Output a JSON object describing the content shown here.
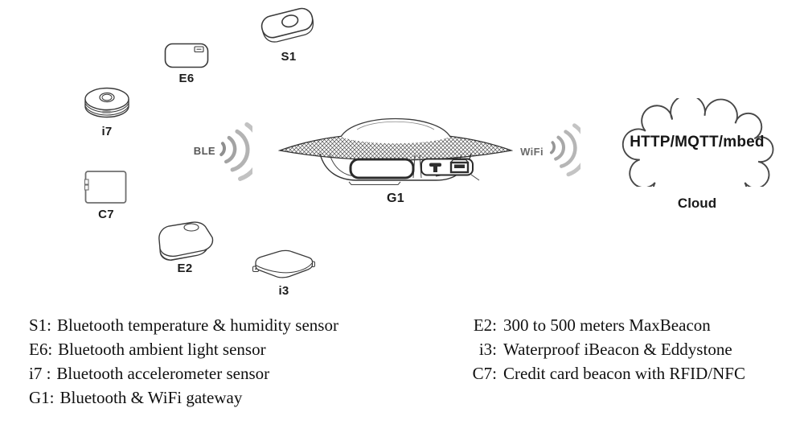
{
  "devices": [
    {
      "id": "s1",
      "label": "S1"
    },
    {
      "id": "e6",
      "label": "E6"
    },
    {
      "id": "i7",
      "label": "i7"
    },
    {
      "id": "c7",
      "label": "C7"
    },
    {
      "id": "e2",
      "label": "E2"
    },
    {
      "id": "i3",
      "label": "i3"
    },
    {
      "id": "g1",
      "label": "G1"
    }
  ],
  "links": {
    "ble": {
      "label": "BLE"
    },
    "wifi": {
      "label": "WiFi"
    }
  },
  "cloud": {
    "protocols": "HTTP/MQTT/mbed",
    "label": "Cloud"
  },
  "legend": {
    "left": [
      {
        "code": "S1:",
        "text": "Bluetooth temperature & humidity sensor"
      },
      {
        "code": "E6:",
        "text": "Bluetooth ambient light sensor"
      },
      {
        "code": "i7 :",
        "text": "Bluetooth accelerometer sensor"
      },
      {
        "code": "G1:",
        "text": "Bluetooth & WiFi gateway"
      }
    ],
    "right": [
      {
        "code": "E2:",
        "text": "300 to 500 meters MaxBeacon"
      },
      {
        "code": "i3:",
        "text": "Waterproof iBeacon & Eddystone"
      },
      {
        "code": "C7:",
        "text": "Credit card beacon with RFID/NFC"
      }
    ]
  },
  "colors": {
    "ink": "#1a1a1a",
    "line": "#3a3a3a",
    "wave": "#b5b5b5",
    "wave_text": "#565656"
  }
}
